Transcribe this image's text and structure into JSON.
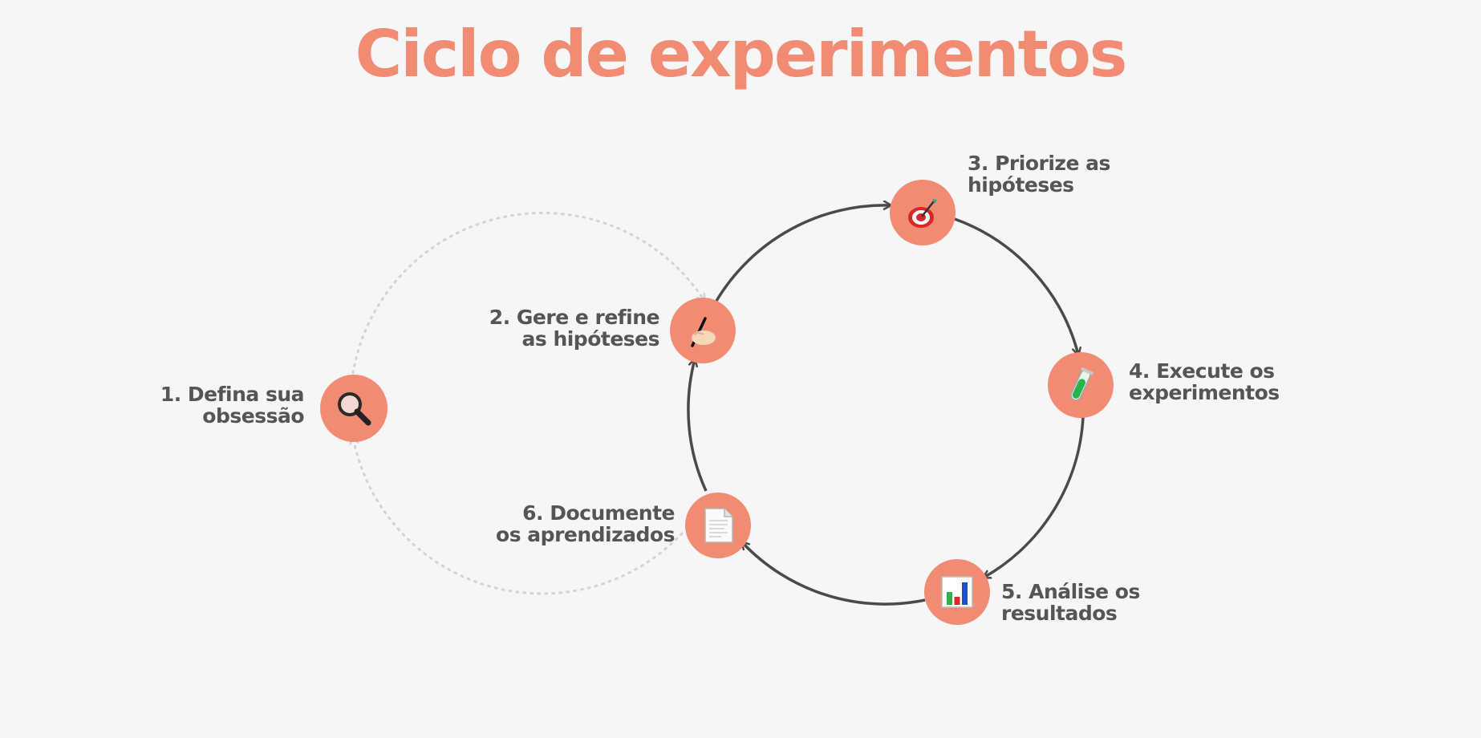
{
  "title": "Ciclo de experimentos",
  "colors": {
    "accent": "#f28b74",
    "text": "#555555",
    "cycle_line": "#4a4a4a",
    "dotted_line": "#d3d3d3",
    "background": "#f6f6f6"
  },
  "steps": [
    {
      "line1": "1. Defina sua",
      "line2": "obsessão",
      "icon": "magnifying-glass-icon"
    },
    {
      "line1": "2. Gere e refine",
      "line2": "as hipóteses",
      "icon": "writing-hand-icon"
    },
    {
      "line1": "3. Priorize as",
      "line2": "hipóteses",
      "icon": "target-icon"
    },
    {
      "line1": "4. Execute os",
      "line2": "experimentos",
      "icon": "test-tube-icon"
    },
    {
      "line1": "5. Análise os",
      "line2": "resultados",
      "icon": "bar-chart-icon"
    },
    {
      "line1": "6. Documente",
      "line2": "os aprendizados",
      "icon": "document-icon"
    }
  ]
}
